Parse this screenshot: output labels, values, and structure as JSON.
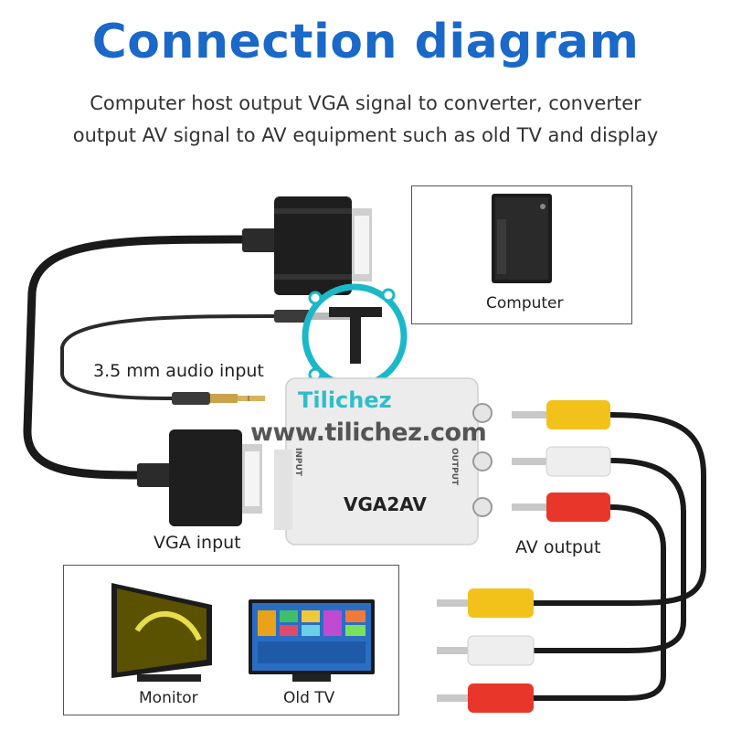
{
  "title": "Connection diagram",
  "subtitle_line1": "Computer host output VGA signal to converter, converter",
  "subtitle_line2": "output AV signal to AV equipment such as old TV and display",
  "labels": {
    "computer": "Computer",
    "audio_input": "3.5 mm audio input",
    "vga_input": "VGA input",
    "av_output": "AV output",
    "monitor": "Monitor",
    "old_tv": "Old TV"
  },
  "converter": {
    "model": "VGA2AV",
    "port_input": "INPUT",
    "port_output": "OUTPUT"
  },
  "watermark": {
    "brand": "Tilichez",
    "url": "www.tilichez.com"
  },
  "colors": {
    "title": "#1a68c8",
    "rca_yellow": "#f2c21b",
    "rca_white": "#eeeeee",
    "rca_red": "#e8372a",
    "brand": "#1bb8c8"
  }
}
